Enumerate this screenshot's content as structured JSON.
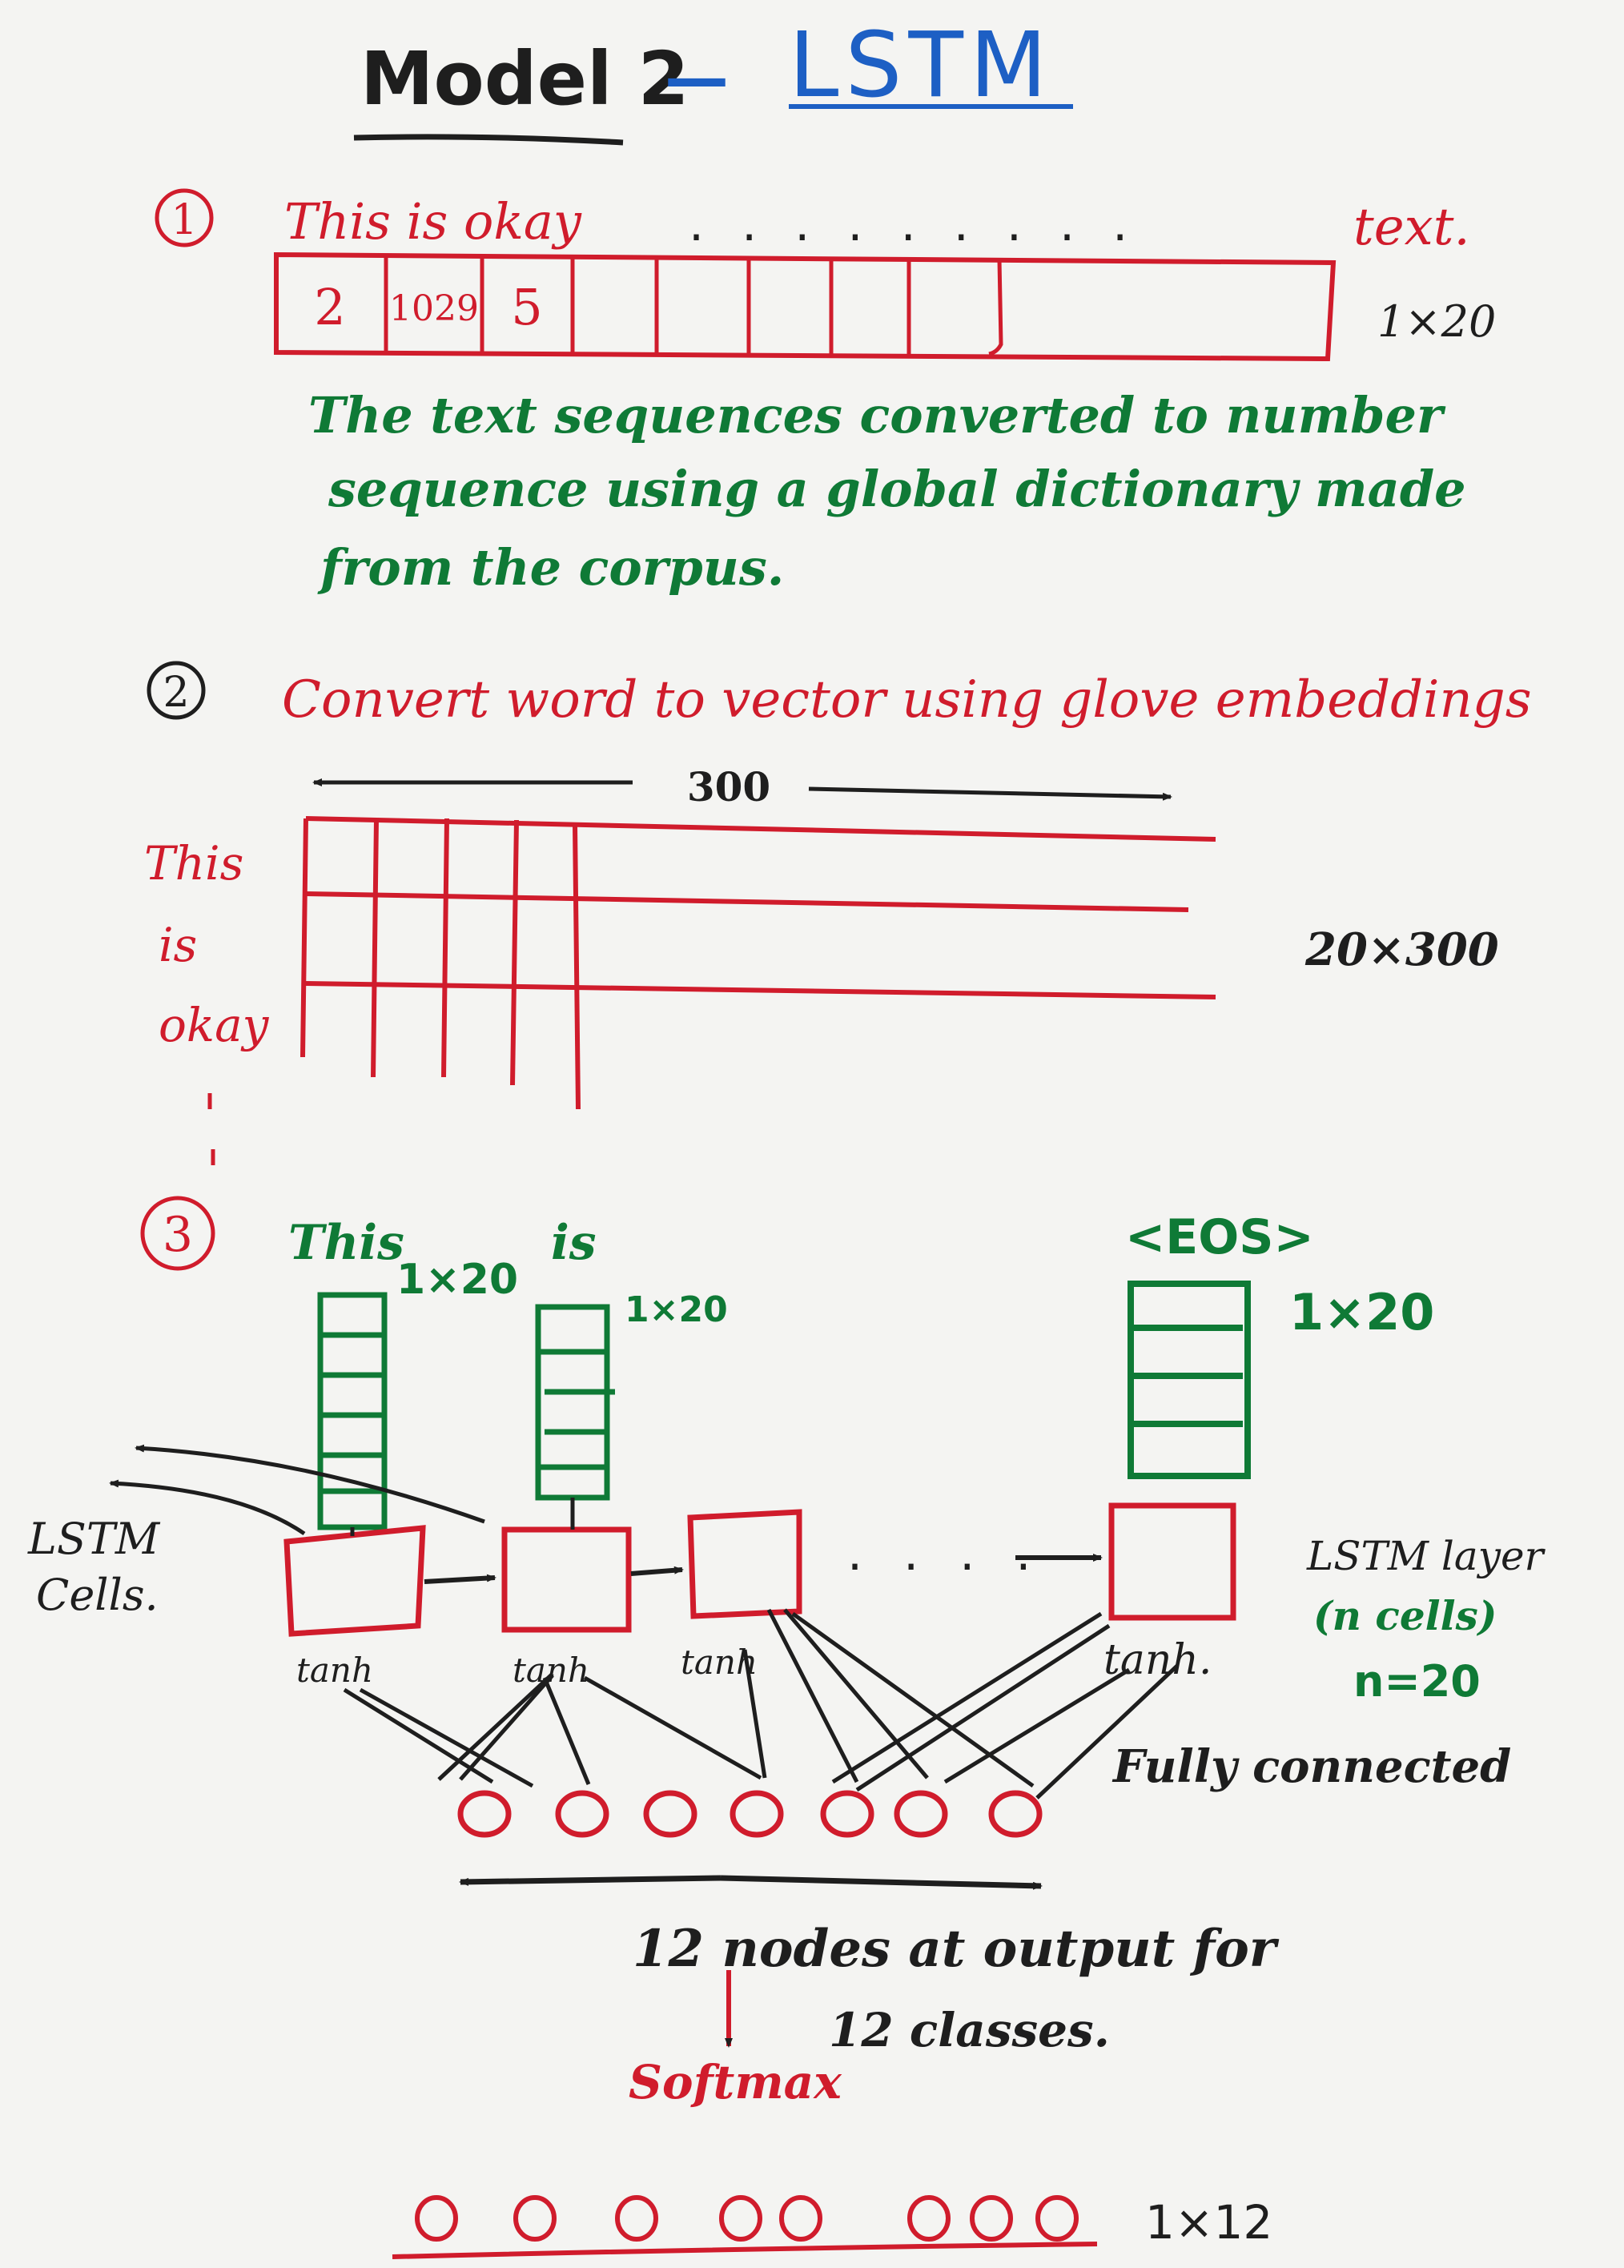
{
  "colors": {
    "black": "#1e1e1e",
    "red": "#d01c2c",
    "green": "#0f7a36",
    "blue": "#1d5fc4",
    "paper": "#f4f4f2"
  },
  "title": {
    "model": "Model 2",
    "dash": "—",
    "name": "LSTM"
  },
  "step1": {
    "number": "1",
    "sentence": "This is okay",
    "dots": ". . . . . . . . .",
    "end_label": "text.",
    "cells": [
      "2",
      "1029",
      "5"
    ],
    "shape": "1×20",
    "note_lines": [
      "The text sequences converted to number",
      "sequence using a global dictionary made",
      "from the corpus."
    ]
  },
  "step2": {
    "number": "2",
    "heading": "Convert word to vector using glove embeddings",
    "dim_label": "300",
    "row_words": [
      "This",
      "is",
      "okay"
    ],
    "shape": "20×300"
  },
  "step3": {
    "number": "3",
    "inputs": [
      {
        "word": "This",
        "shape": "1×20"
      },
      {
        "word": "is",
        "shape": "1×20"
      },
      {
        "word": "<EOS>",
        "shape": "1×20"
      }
    ],
    "cells_label": [
      "LSTM",
      "Cells."
    ],
    "tanh_labels": [
      "tanh",
      "tanh",
      "tanh",
      "tanh."
    ],
    "chain_dots": ". . . .",
    "layer_label": [
      "LSTM layer",
      "(n cells)",
      "n=20"
    ],
    "fc_label": "Fully connected",
    "output_note": [
      "12 nodes at output for",
      "12 classes."
    ],
    "softmax": "Softmax",
    "final_shape": "1×12"
  }
}
